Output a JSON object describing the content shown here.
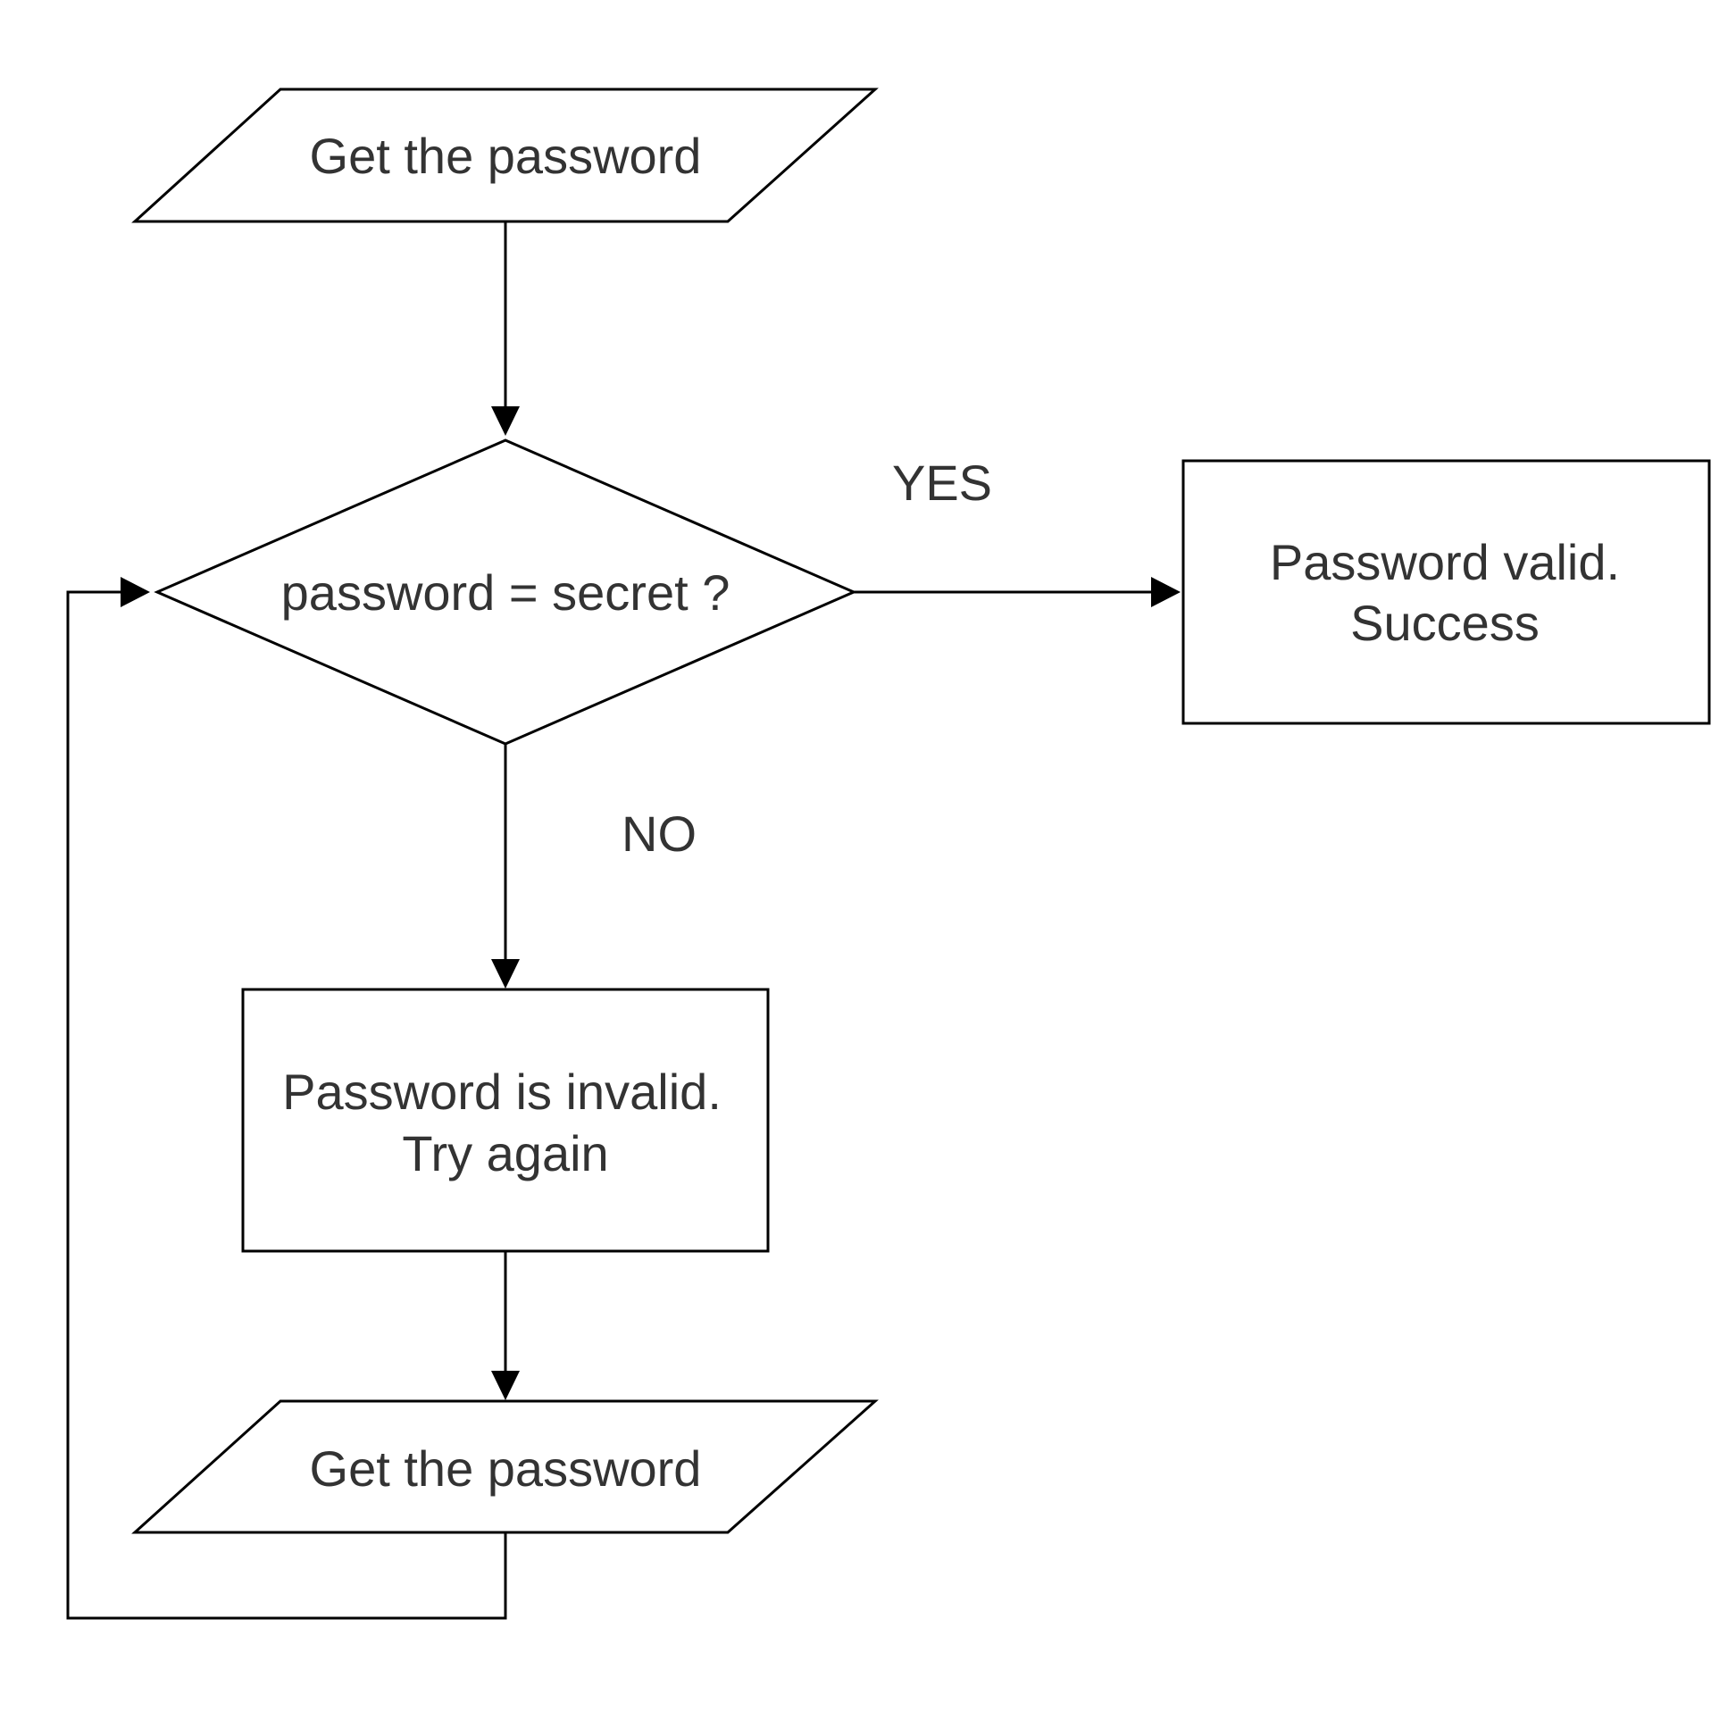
{
  "diagram": {
    "nodes": {
      "input_top": {
        "text": "Get the password",
        "shape": "parallelogram"
      },
      "decision": {
        "text": "password = secret ?",
        "shape": "diamond"
      },
      "success": {
        "line1": "Password valid.",
        "line2": "Success",
        "shape": "rectangle"
      },
      "invalid": {
        "line1": "Password is invalid.",
        "line2": "Try again",
        "shape": "rectangle"
      },
      "input_bottom": {
        "text": "Get the password",
        "shape": "parallelogram"
      }
    },
    "edge_labels": {
      "yes": "YES",
      "no": "NO"
    },
    "colors": {
      "stroke": "#000000",
      "text": "#333333",
      "background": "#ffffff"
    }
  }
}
